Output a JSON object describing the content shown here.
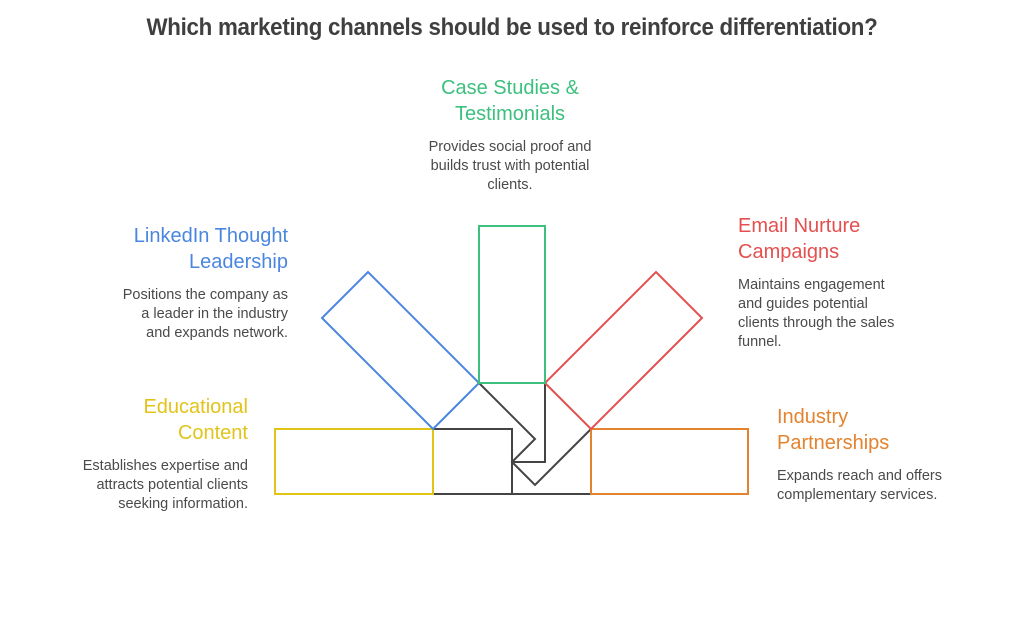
{
  "title": "Which marketing channels should be used to reinforce differentiation?",
  "colors": {
    "title": "#3f3f3f",
    "body_text": "#4a4a4a",
    "connector": "#444444"
  },
  "channels": [
    {
      "id": "case-studies",
      "heading": "Case Studies & Testimonials",
      "heading_lines": [
        "Case Studies &",
        "Testimonials"
      ],
      "description_lines": [
        "Provides social proof and",
        "builds trust with potential",
        "clients."
      ],
      "color": "#3dbf7e"
    },
    {
      "id": "linkedin",
      "heading": "LinkedIn Thought Leadership",
      "heading_lines": [
        "LinkedIn Thought",
        "Leadership"
      ],
      "description_lines": [
        "Positions the company as",
        "a leader in the industry",
        "and expands network."
      ],
      "color": "#4a86e0"
    },
    {
      "id": "email",
      "heading": "Email Nurture Campaigns",
      "heading_lines": [
        "Email Nurture",
        "Campaigns"
      ],
      "description_lines": [
        "Maintains engagement",
        "and guides potential",
        "clients through the sales",
        "funnel."
      ],
      "color": "#e3504f"
    },
    {
      "id": "educational",
      "heading": "Educational Content",
      "heading_lines": [
        "Educational",
        "Content"
      ],
      "description_lines": [
        "Establishes expertise and",
        "attracts potential clients",
        "seeking information."
      ],
      "color": "#e2c419"
    },
    {
      "id": "partnerships",
      "heading": "Industry Partnerships",
      "heading_lines": [
        "Industry",
        "Partnerships"
      ],
      "description_lines": [
        "Expands reach and offers",
        "complementary services."
      ],
      "color": "#e4832e"
    }
  ]
}
